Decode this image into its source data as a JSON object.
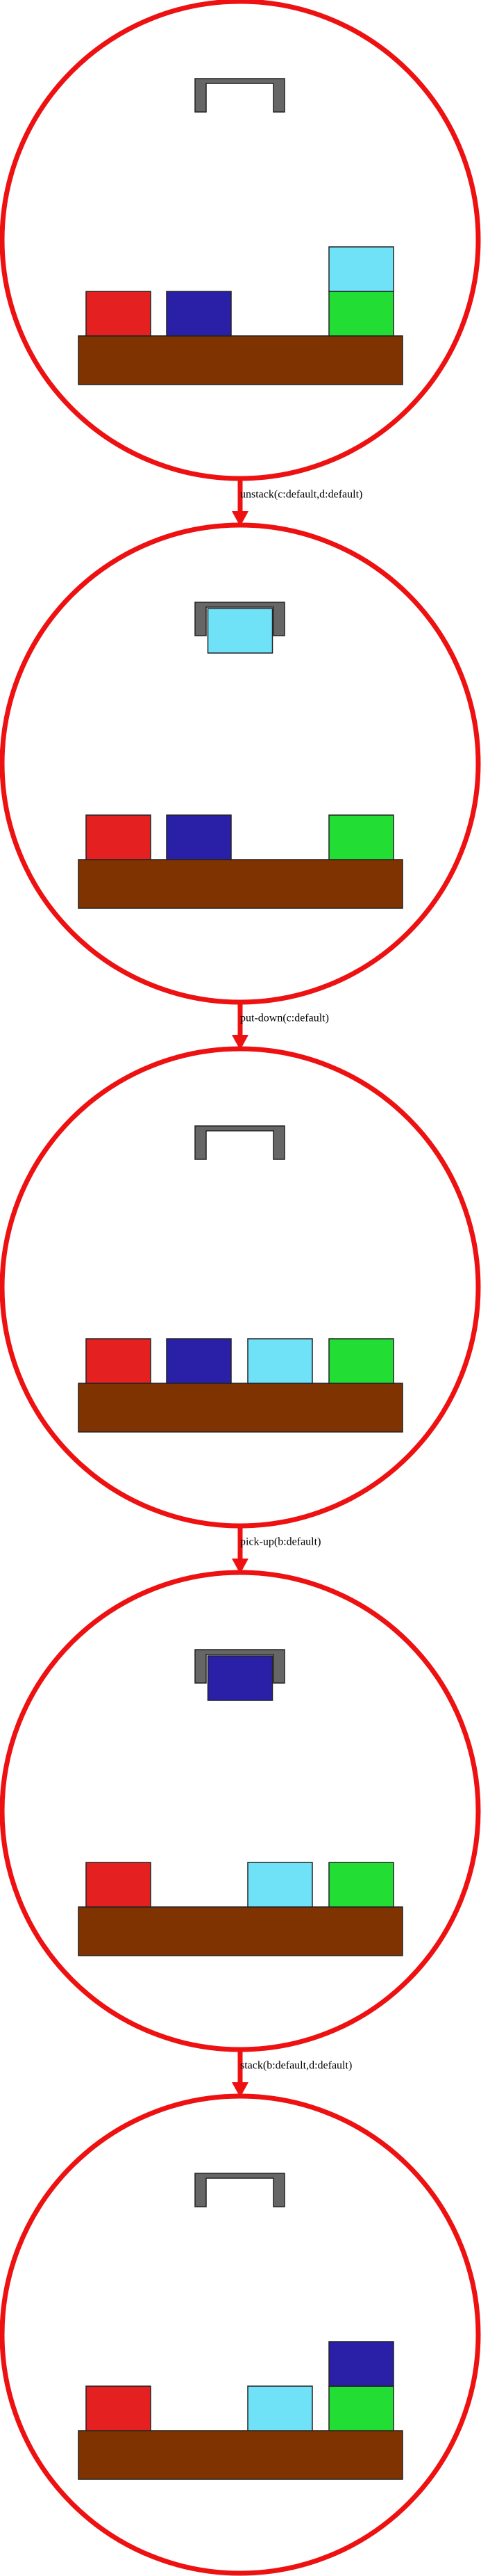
{
  "colors": {
    "frame": "#ee1111",
    "table": "#7f3300",
    "gripper": "#666666",
    "block_outline": "#222222",
    "red": "#e52020",
    "blue": "#2a20a8",
    "cyan": "#70e2f7",
    "green": "#22dd33",
    "label_text": "#000000"
  },
  "states": [
    {
      "holding": null,
      "stacks": [
        [
          "red"
        ],
        [
          "blue"
        ],
        [],
        [
          "green",
          "cyan"
        ]
      ]
    },
    {
      "holding": "cyan",
      "stacks": [
        [
          "red"
        ],
        [
          "blue"
        ],
        [],
        [
          "green"
        ]
      ]
    },
    {
      "holding": null,
      "stacks": [
        [
          "red"
        ],
        [
          "blue"
        ],
        [
          "cyan"
        ],
        [
          "green"
        ]
      ]
    },
    {
      "holding": "blue",
      "stacks": [
        [
          "red"
        ],
        [],
        [
          "cyan"
        ],
        [
          "green"
        ]
      ]
    },
    {
      "holding": null,
      "stacks": [
        [
          "red"
        ],
        [],
        [
          "cyan"
        ],
        [
          "green",
          "blue"
        ]
      ]
    }
  ],
  "actions": [
    "unstack(c:default,d:default)",
    "put-down(c:default)",
    "pick-up(b:default)",
    "stack(b:default,d:default)"
  ]
}
